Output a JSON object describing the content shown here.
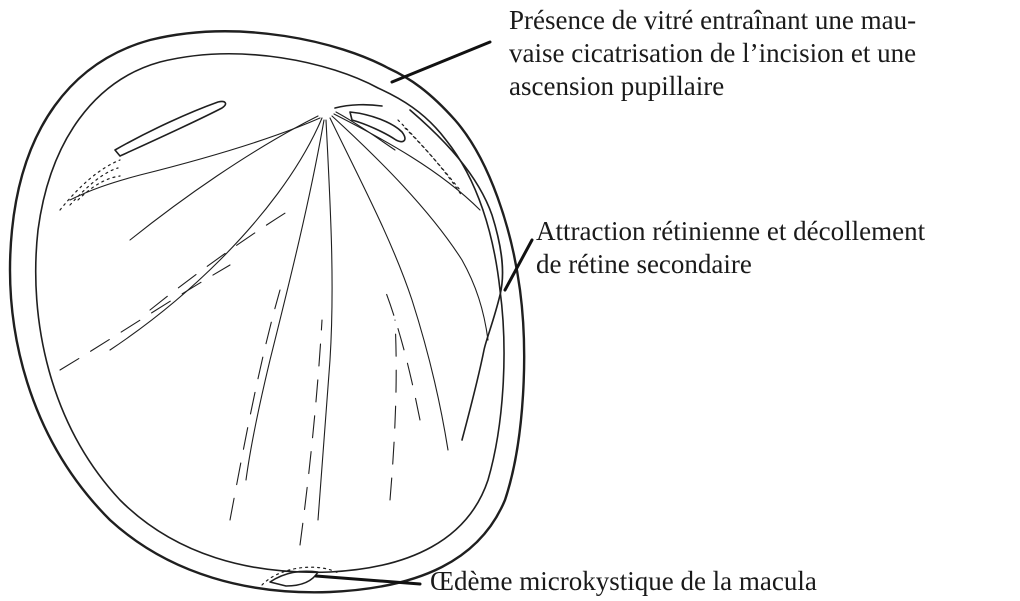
{
  "annotations": {
    "vitreous": {
      "lines": [
        "Présence de vitré entraînant une mau-",
        "vaise cicatrisation de l’incision et une",
        "ascension pupillaire"
      ]
    },
    "retina": {
      "lines": [
        "Attraction rétinienne et décollement",
        "de rétine secondaire"
      ]
    },
    "macula": {
      "lines": [
        "Œdème microkystique de la macula"
      ]
    }
  },
  "colors": {
    "ink": "#1f1f1f",
    "background": "#ffffff"
  }
}
